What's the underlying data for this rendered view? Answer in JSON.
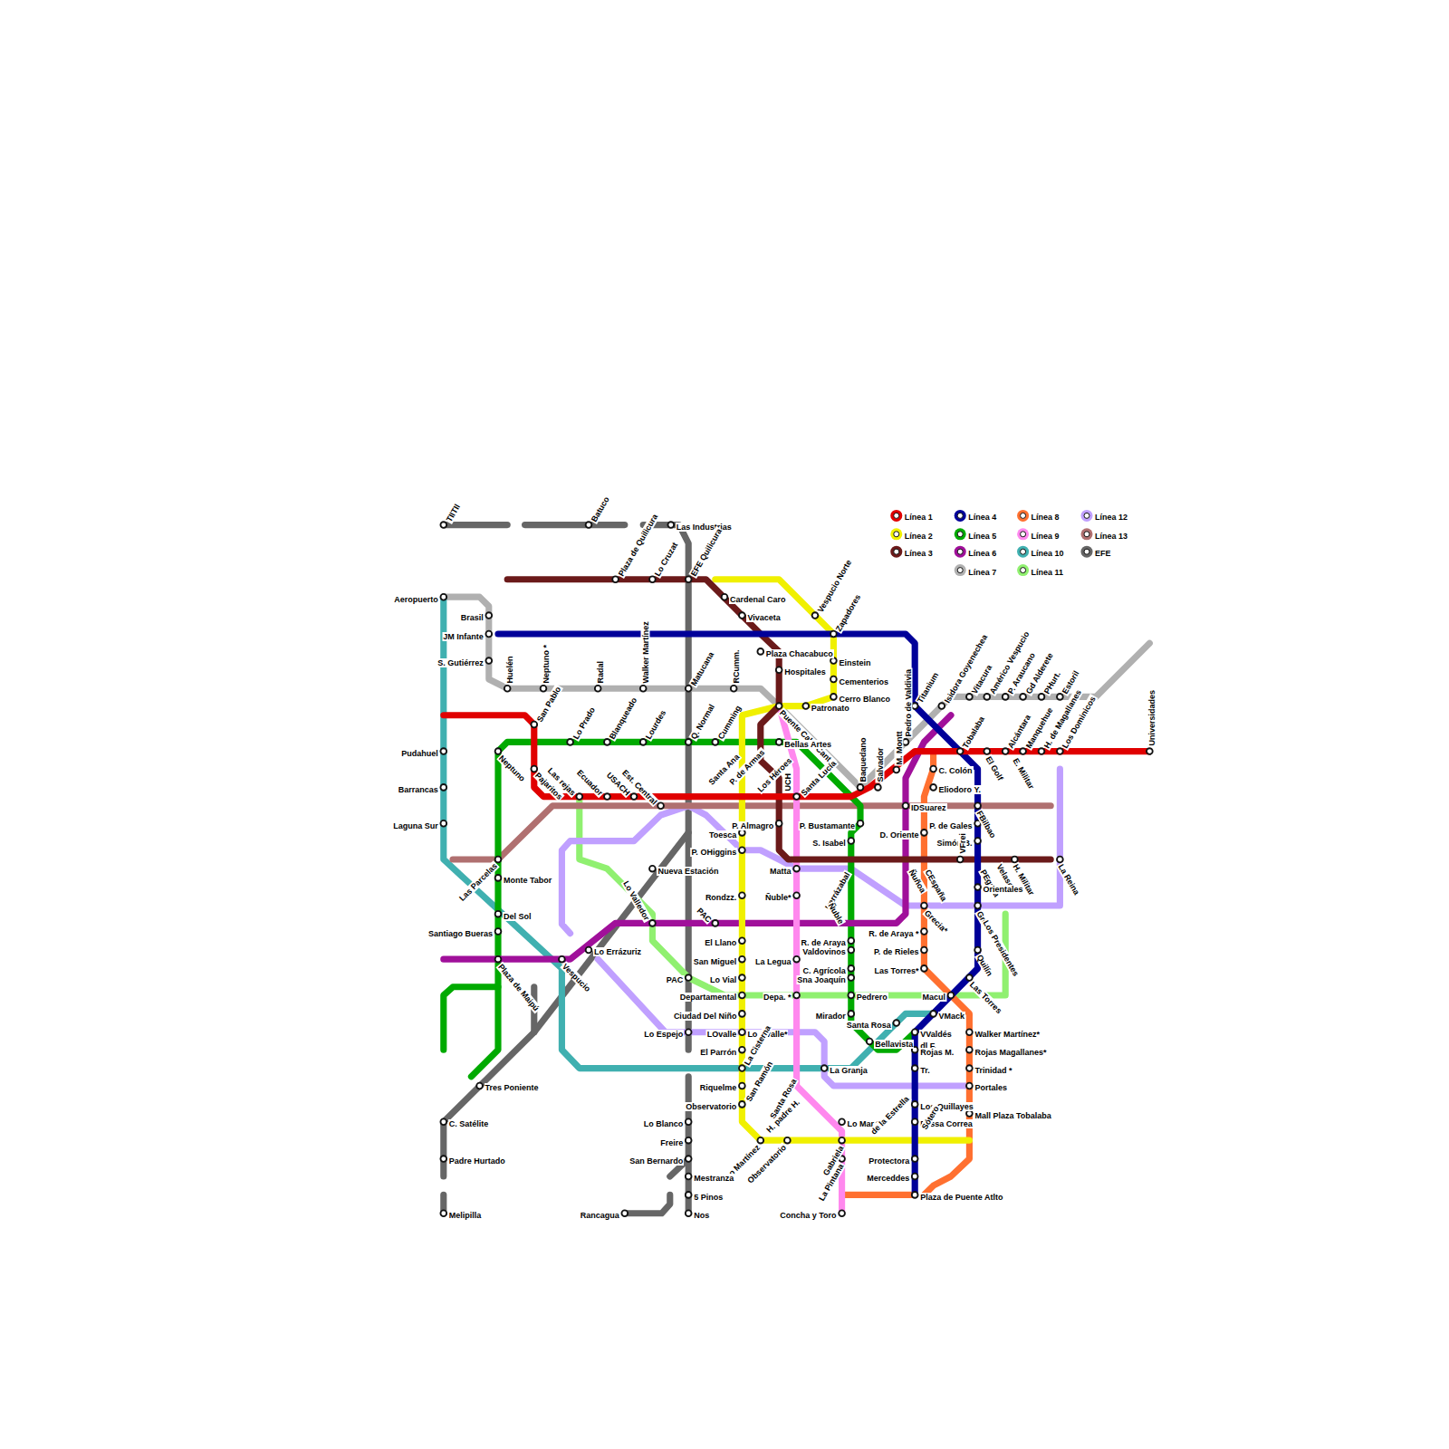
{
  "diagram": {
    "labels": [
      "TIlTIl",
      "Batuco",
      "Las Industrias",
      "Plaza de Quilicura",
      "Lo Cruzat",
      "EFE Quilicura",
      "Cardenal Caro",
      "Vespucio Norte",
      "Vivaceta",
      "Zapadores",
      "Aeropuerto",
      "Brasil",
      "JM Infante",
      "S. Gutiérrez",
      "Huelén",
      "Neptuno *",
      "Radal",
      "Walker Martínez",
      "Matucana",
      "RCumm.",
      "Einstein",
      "Cementerios",
      "Cerro Blanco",
      "Patronato",
      "Plaza Chacabuco",
      "Hospitales",
      "Pedro de Valdivia",
      "Titanium",
      "Isidora Goyenechea",
      "Vitacura",
      "Américo Vespucio",
      "P. Araucano",
      "Gd Alderete",
      "PHurt.",
      "Estoril",
      "Universidades",
      "San Pablo",
      "Lo Prado",
      "Blanqueado",
      "Lourdes",
      "Q. Normal",
      "Cumming",
      "Puente Cal y Canto",
      "Bellas Artes",
      "Pudahuel",
      "Neptuno",
      "Pajaritos",
      "Las rejas",
      "Ecuador",
      "USACH",
      "Est. Central",
      "Santa Ana",
      "P. de Armas",
      "Los Héroes",
      "UCH",
      "Santa Lucía",
      "Baquedano",
      "Salvador",
      "M. Montt",
      "Tobalaba",
      "El Golf",
      "Alcántara",
      "E. Militar",
      "Manquehue",
      "H. de Magallanes",
      "Los Dominicos",
      "C. Colón",
      "Eliodoro Y.",
      "Barrancas",
      "IDSuarez",
      "FBilbao",
      "Laguna Sur",
      "P. Almagro",
      "P. Bustamante",
      "P. de Gales",
      "Toesca",
      "D. Oriente",
      "Simón B.",
      "S. Isabel",
      "P. OHiggins",
      "Las Parcelas",
      "Nueva Estación",
      "Matta",
      "Irarrázabal",
      "Ñuñoa",
      "CEspaña",
      "VFrei",
      "PEgaña",
      "Velasco",
      "H. Militar",
      "La Reina",
      "Monte Tabor",
      "Orientales",
      "Rondzz.",
      "Ñuble*",
      "Ñuble",
      "Grecia*",
      "Grecia",
      "Los Presidentes",
      "Lo Valledor",
      "PAC",
      "Del Sol",
      "R. de Araya *",
      "R. de Araya",
      "Valdovinos",
      "P. de Rieles",
      "Santiago Bueras",
      "El Llano",
      "Lo Errázuriz",
      "San Miguel",
      "La Legua",
      "Plaza de Maipú",
      "Vespucio",
      "C. Agrícola",
      "Las Torres*",
      "Quilín",
      "Sna Joaquín",
      "PAC",
      "Lo Vial",
      "Las Torres",
      "Departamental",
      "Depa. *",
      "Pedrero",
      "Macul",
      "Ciudad Del Niño",
      "Mirador",
      "VMack",
      "Santa Rosa",
      "Lo Espejo",
      "LOvalle",
      "Lo Ovalle*",
      "VValdés",
      "dl F.",
      "Walker Martínez*",
      "Bellavista",
      "La Cisterna",
      "El Parrón",
      "Rojas M.",
      "Rojas Magallanes*",
      "La Granja",
      "Tr.",
      "Trinidad *",
      "Riquelme",
      "San Ramón",
      "Santa Rosa",
      "Portales",
      "Observatorio",
      "Los Quillayes",
      "Mall Plaza Tobalaba",
      "H. padre H.",
      "Lo Blanco",
      "Lo Mar.*",
      "de la Estrella",
      "Elissa Correa",
      "Observatorio",
      "Sótero",
      "Lo Martínez",
      "Freire",
      "Gabriela",
      "San Bernardo",
      "Protectora",
      "La Pintana",
      "Mestranza",
      "Merceddes",
      "5 Pinos",
      "Plaza de Puente Atlto",
      "Rancagua",
      "Nos",
      "Concha y Toro",
      "C. Satélite",
      "Padre Hurtado",
      "Melipilla",
      "Tres Poniente"
    ],
    "legend": [
      {
        "text": "Línea 1",
        "color": "#e00000"
      },
      {
        "text": "Línea 2",
        "color": "#f0f000"
      },
      {
        "text": "Línea 3",
        "color": "#6b1a1a"
      },
      {
        "text": "Línea 4",
        "color": "#000099"
      },
      {
        "text": "Línea 5",
        "color": "#00aa00"
      },
      {
        "text": "Línea 6",
        "color": "#a0109a"
      },
      {
        "text": "Línea 7",
        "color": "#b0b0b0"
      },
      {
        "text": "Línea 8",
        "color": "#ff7030"
      },
      {
        "text": "Línea 9",
        "color": "#ff88ee"
      },
      {
        "text": "Línea 10",
        "color": "#40b0b0"
      },
      {
        "text": "Línea 11",
        "color": "#90f070"
      },
      {
        "text": "Línea 12",
        "color": "#c0a0ff"
      },
      {
        "text": "Línea 13",
        "color": "#b07070"
      },
      {
        "text": "EFE",
        "color": "#666666"
      }
    ]
  }
}
